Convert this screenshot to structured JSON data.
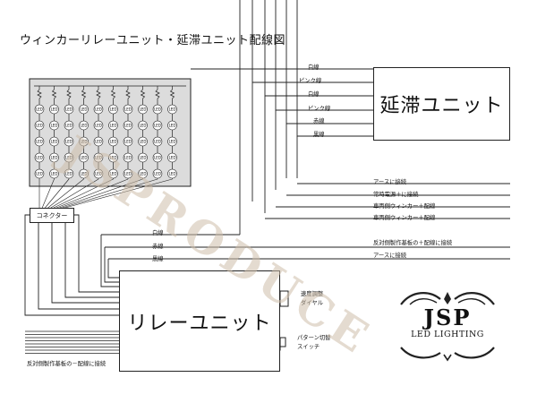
{
  "title": "ウィンカーリレーユニット・延滞ユニット配線図",
  "delay_unit": {
    "label": "延滞ユニット"
  },
  "relay_unit": {
    "label": "リレーユニット"
  },
  "connector": {
    "label": "コネクター"
  },
  "delay_wires": [
    "白線",
    "ピンク線",
    "白線",
    "ピンク線",
    "赤線",
    "黒線"
  ],
  "right_labels": [
    "アースに接続",
    "常時電源＋に接続",
    "車両側ウィンカー＋配線",
    "車両側ウィンカー＋配線"
  ],
  "relay_wires": [
    "白線",
    "赤線",
    "黒線"
  ],
  "relay_right_labels": [
    "反対側製作基板の＋配線に接続",
    "アースに接続"
  ],
  "speed_dial": {
    "line1": "速度調整",
    "line2": "ダイヤル"
  },
  "pattern_switch": {
    "line1": "パターン切替",
    "line2": "スイッチ"
  },
  "bottom_left_label": "反対側製作基板の－配線に接続",
  "led_text": "LED",
  "watermark": "JSPRODUCE",
  "logo": {
    "name": "JSP",
    "subtitle": "LED LIGHTING"
  }
}
